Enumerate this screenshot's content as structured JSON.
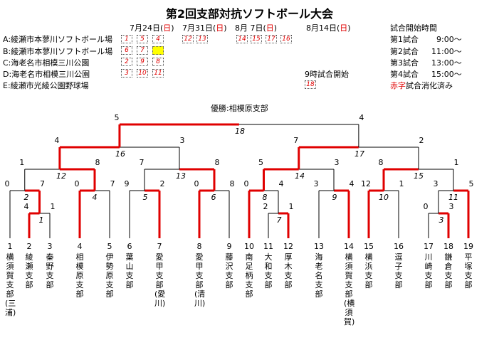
{
  "title": "第2回支部対抗ソフトボール大会",
  "dates": [
    {
      "label": "7月24日(",
      "day": "日",
      "close": ")"
    },
    {
      "label": "7月31日(",
      "day": "日",
      "close": ")"
    },
    {
      "label": "8月 7日(",
      "day": "日",
      "close": ")"
    },
    {
      "label": "8月14日(",
      "day": "日",
      "close": ")"
    }
  ],
  "venues": [
    "A:綾瀬市本蓼川ソフトボール場",
    "B:綾瀬市本蓼川ソフトボール場",
    "C:海老名市相模三川公園",
    "D:海老名市相模三川公園",
    "E:綾瀬市光綾公園野球場"
  ],
  "schedule": {
    "d1": [
      [
        "1",
        "5",
        "4"
      ],
      [
        "6",
        "7",
        ""
      ],
      [
        "2",
        "9",
        "8"
      ],
      [
        "3",
        "10",
        "11"
      ]
    ],
    "d2": [
      "12",
      "13"
    ],
    "d3": [
      "14",
      "15",
      "17",
      "16"
    ],
    "d4_note": "9時試合開始",
    "d4": "18"
  },
  "times": {
    "header": "試合開始時間",
    "rows": [
      {
        "label": "第1試合",
        "time": "9:00〜"
      },
      {
        "label": "第2試合",
        "time": "11:00〜"
      },
      {
        "label": "第3試合",
        "time": "13:00〜"
      },
      {
        "label": "第4試合",
        "time": "15:00〜"
      }
    ],
    "legend_red": "赤字",
    "legend_rest": "試合消化済み"
  },
  "champion": "優勝:相模原支部",
  "teams": [
    {
      "num": "1",
      "name": "横須賀支部(三浦)"
    },
    {
      "num": "2",
      "name": "綾瀬支部"
    },
    {
      "num": "3",
      "name": "秦野支部"
    },
    {
      "num": "4",
      "name": "相模原支部"
    },
    {
      "num": "5",
      "name": "伊勢原支部"
    },
    {
      "num": "6",
      "name": "葉山支部"
    },
    {
      "num": "7",
      "name": "愛甲支部(愛川)"
    },
    {
      "num": "8",
      "name": "愛甲支部(清川)"
    },
    {
      "num": "9",
      "name": "藤沢支部"
    },
    {
      "num": "10",
      "name": "南足柄支部"
    },
    {
      "num": "11",
      "name": "大和支部"
    },
    {
      "num": "12",
      "name": "厚木支部"
    },
    {
      "num": "13",
      "name": "海老名支部"
    },
    {
      "num": "14",
      "name": "横須賀支部(横須賀)"
    },
    {
      "num": "15",
      "name": "横浜支部"
    },
    {
      "num": "16",
      "name": "逗子支部"
    },
    {
      "num": "17",
      "name": "川崎支部"
    },
    {
      "num": "18",
      "name": "鎌倉支部"
    },
    {
      "num": "19",
      "name": "平塚支部"
    }
  ],
  "matches": [
    {
      "id": "1",
      "left": "4",
      "right": "1"
    },
    {
      "id": "2",
      "left": "0",
      "right": "7"
    },
    {
      "id": "3",
      "left": "0",
      "right": "3"
    },
    {
      "id": "4",
      "left": "0",
      "right": "7"
    },
    {
      "id": "5",
      "left": "9",
      "right": "2"
    },
    {
      "id": "6",
      "left": "0",
      "right": "8"
    },
    {
      "id": "7",
      "left": "2",
      "right": "1"
    },
    {
      "id": "8",
      "left": "0",
      "right": "4"
    },
    {
      "id": "9",
      "left": "3",
      "right": "4"
    },
    {
      "id": "10",
      "left": "12",
      "right": "1"
    },
    {
      "id": "11",
      "left": "3",
      "right": "5"
    },
    {
      "id": "12",
      "left": "1",
      "right": "8"
    },
    {
      "id": "13",
      "left": "7",
      "right": "8"
    },
    {
      "id": "14",
      "left": "5",
      "right": "3"
    },
    {
      "id": "15",
      "left": "8",
      "right": "1"
    },
    {
      "id": "16",
      "left": "4",
      "right": "3"
    },
    {
      "id": "17",
      "left": "7",
      "right": "2"
    },
    {
      "id": "18",
      "left": "5",
      "right": "4"
    }
  ],
  "colors": {
    "win": "#e00000",
    "line": "#000000",
    "highlight": "#ffff00"
  }
}
